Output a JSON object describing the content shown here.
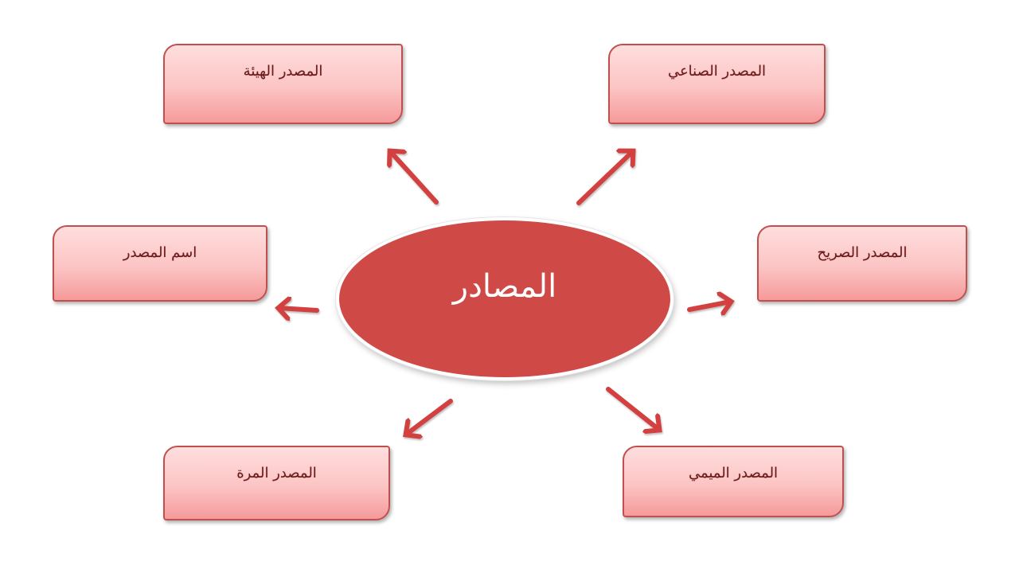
{
  "diagram": {
    "center": {
      "label": "المصادر",
      "fill_color": "#cf4a47",
      "text_color": "#ffffff"
    },
    "nodes": [
      {
        "id": "top-left",
        "label": "المصدر الهيئة"
      },
      {
        "id": "top-right",
        "label": "المصدر الصناعي"
      },
      {
        "id": "middle-left",
        "label": "اسم المصدر"
      },
      {
        "id": "middle-right",
        "label": "المصدر الصريح"
      },
      {
        "id": "bottom-left",
        "label": "المصدر المرة"
      },
      {
        "id": "bottom-right",
        "label": "المصدر الميمي"
      }
    ],
    "colors": {
      "box_border": "#c0504d",
      "box_fill_top": "#ffdede",
      "box_fill_bottom": "#f59a9a",
      "box_text": "#6b1a1a",
      "arrow": "#d23f3f"
    },
    "edges": [
      {
        "from": "center",
        "to": "top-left"
      },
      {
        "from": "center",
        "to": "top-right"
      },
      {
        "from": "center",
        "to": "middle-left"
      },
      {
        "from": "center",
        "to": "middle-right"
      },
      {
        "from": "center",
        "to": "bottom-left"
      },
      {
        "from": "center",
        "to": "bottom-right"
      }
    ]
  }
}
